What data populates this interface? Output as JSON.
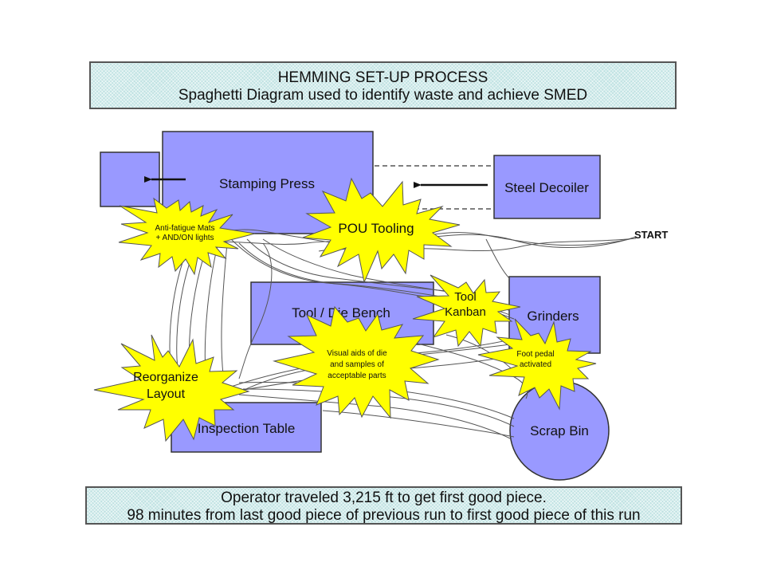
{
  "header": {
    "title": "HEMMING SET-UP PROCESS",
    "subtitle": "Spaghetti Diagram used to identify waste and achieve SMED"
  },
  "stations": {
    "stamping_press": "Stamping Press",
    "steel_decoiler": "Steel Decoiler",
    "tool_die_bench": "Tool / Die Bench",
    "grinders": "Grinders",
    "inspection_table": "Inspection Table",
    "scrap_bin": "Scrap Bin"
  },
  "start_label": "START",
  "improvements": {
    "anti_fatigue_line1": "Anti-fatigue Mats",
    "anti_fatigue_line2": "+ AND/ON lights",
    "pou_tooling": "POU Tooling",
    "tool_kanban_line1": "Tool",
    "tool_kanban_line2": "Kanban",
    "visual_aids_line1": "Visual aids of die",
    "visual_aids_line2": "and samples of",
    "visual_aids_line3": "acceptable parts",
    "reorganize_line1": "Reorganize",
    "reorganize_line2": "Layout",
    "foot_pedal_line1": "Foot pedal",
    "foot_pedal_line2": "activated"
  },
  "footer": {
    "line1": "Operator traveled 3,215 ft to get first good piece.",
    "line2": "98 minutes from last good piece of previous run to first good piece of this run"
  },
  "colors": {
    "station_fill": "#9999ff",
    "burst_fill": "#ffff00",
    "banner_fill": "#bfe2e2",
    "path_line": "#555555"
  }
}
